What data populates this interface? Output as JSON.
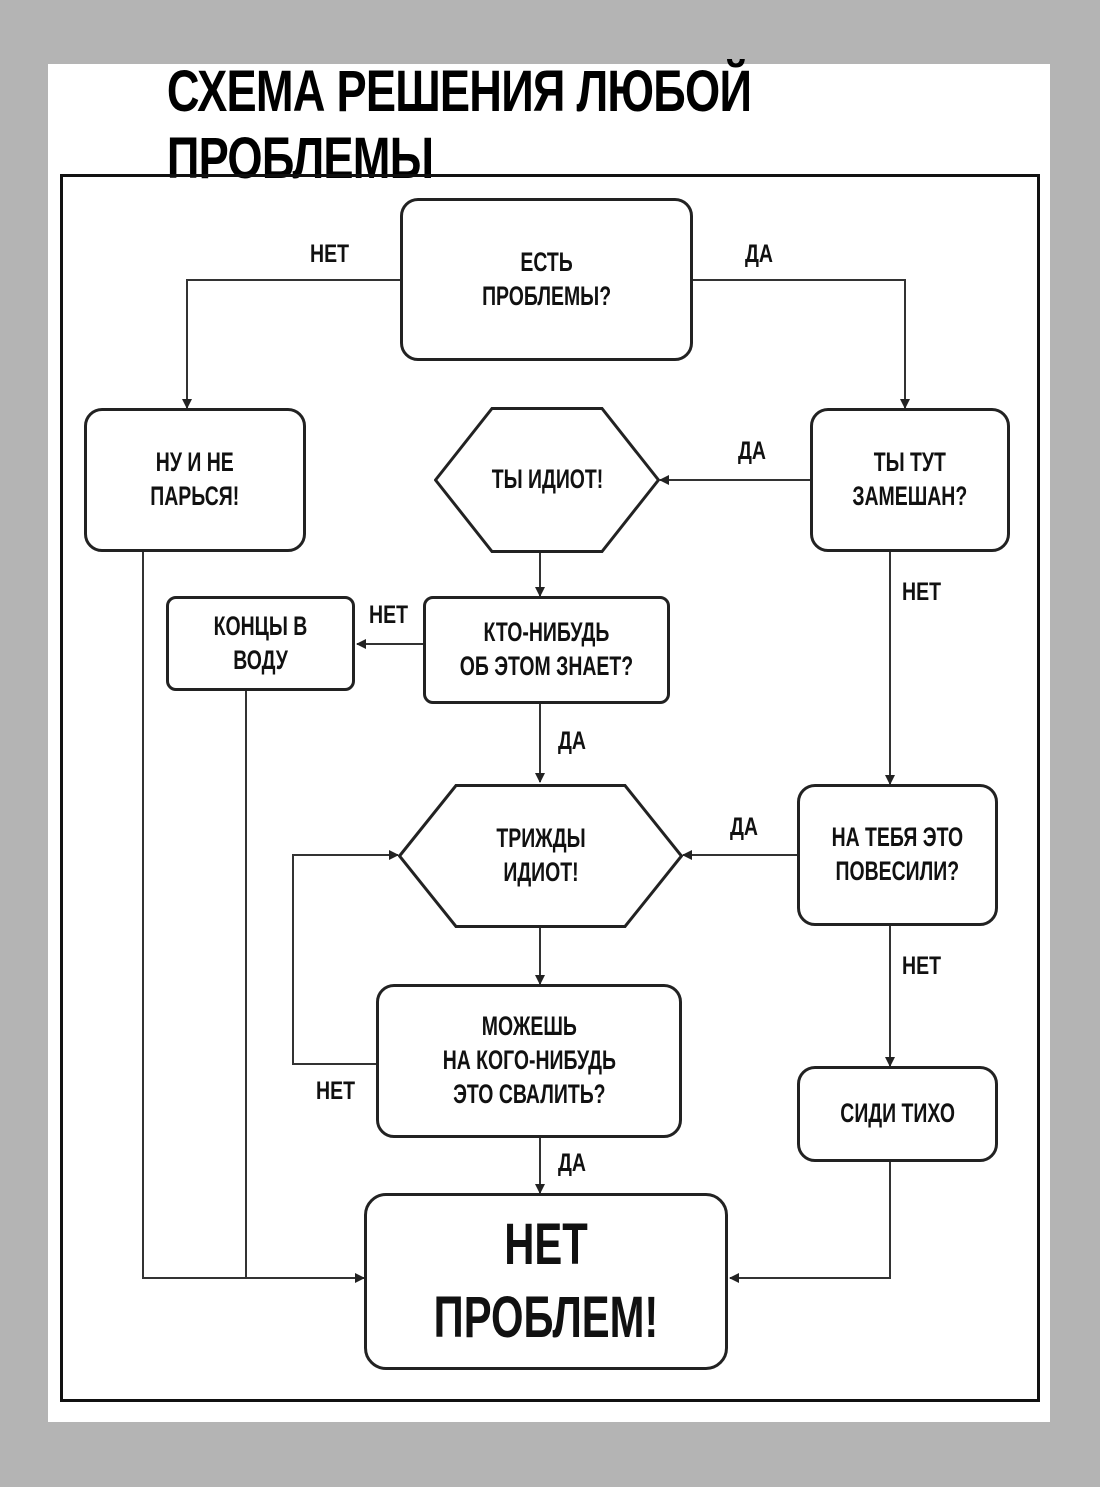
{
  "title": "СХЕМА РЕШЕНИЯ ЛЮБОЙ ПРОБЛЕМЫ",
  "nodes": {
    "est_problemy": "ЕСТЬ\nПРОБЛЕМЫ?",
    "nu_i_ne": "НУ И НЕ\nПАРЬСЯ!",
    "ty_idiot": "ТЫ ИДИОТ!",
    "ty_tut": "ТЫ ТУТ\nЗАМЕШАН?",
    "kontsy": "КОНЦЫ В ВОДУ",
    "kto_nibud": "КТО-НИБУДЬ\nОБ ЭТОМ ЗНАЕТ?",
    "trizhdy": "ТРИЖДЫ\nИДИОТ!",
    "na_tebya": "НА ТЕБЯ ЭТО\nПОВЕСИЛИ?",
    "mozhesh": "МОЖЕШЬ\nНА КОГО-НИБУДЬ\nЭТО СВАЛИТЬ?",
    "sidi": "СИДИ ТИХО",
    "net_problem": "НЕТ ПРОБЛЕМ!"
  },
  "labels": {
    "net1": "НЕТ",
    "da1": "ДА",
    "da2": "ДА",
    "net2": "НЕТ",
    "net3": "НЕТ",
    "da3": "ДА",
    "da4": "ДА",
    "net4": "НЕТ",
    "net5": "НЕТ",
    "da5": "ДА"
  }
}
